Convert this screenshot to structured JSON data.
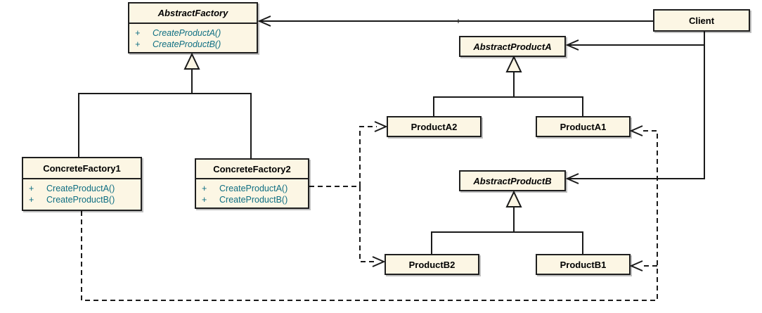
{
  "diagram": {
    "kind": "uml-class-diagram",
    "pattern": "Abstract Factory",
    "colors": {
      "background": "#ffffff",
      "class_fill": "#fcf6e4",
      "class_border": "#1f1f1f",
      "connector": "#1a1a1a",
      "method_text": "#0e6e82",
      "title_text": "#000000"
    },
    "classes": [
      {
        "name": "AbstractFactory",
        "stereotype": "abstract",
        "methods": [
          {
            "vis": "+",
            "sig": "CreateProductA()"
          },
          {
            "vis": "+",
            "sig": "CreateProductB()"
          }
        ]
      },
      {
        "name": "Client",
        "stereotype": "concrete",
        "methods": []
      },
      {
        "name": "AbstractProductA",
        "stereotype": "abstract",
        "methods": []
      },
      {
        "name": "ConcreteFactory1",
        "stereotype": "concrete",
        "methods": [
          {
            "vis": "+",
            "sig": "CreateProductA()"
          },
          {
            "vis": "+",
            "sig": "CreateProductB()"
          }
        ]
      },
      {
        "name": "ConcreteFactory2",
        "stereotype": "concrete",
        "methods": [
          {
            "vis": "+",
            "sig": "CreateProductA()"
          },
          {
            "vis": "+",
            "sig": "CreateProductB()"
          }
        ]
      },
      {
        "name": "ProductA2",
        "stereotype": "concrete",
        "methods": []
      },
      {
        "name": "ProductA1",
        "stereotype": "concrete",
        "methods": []
      },
      {
        "name": "AbstractProductB",
        "stereotype": "abstract",
        "methods": []
      },
      {
        "name": "ProductB2",
        "stereotype": "concrete",
        "methods": []
      },
      {
        "name": "ProductB1",
        "stereotype": "concrete",
        "methods": []
      }
    ],
    "relationships": [
      {
        "from": "Client",
        "to": "AbstractFactory",
        "type": "association"
      },
      {
        "from": "Client",
        "to": "AbstractProductA",
        "type": "association"
      },
      {
        "from": "Client",
        "to": "AbstractProductB",
        "type": "association"
      },
      {
        "from": "ConcreteFactory1",
        "to": "AbstractFactory",
        "type": "generalization"
      },
      {
        "from": "ConcreteFactory2",
        "to": "AbstractFactory",
        "type": "generalization"
      },
      {
        "from": "ProductA2",
        "to": "AbstractProductA",
        "type": "generalization"
      },
      {
        "from": "ProductA1",
        "to": "AbstractProductA",
        "type": "generalization"
      },
      {
        "from": "ProductB2",
        "to": "AbstractProductB",
        "type": "generalization"
      },
      {
        "from": "ProductB1",
        "to": "AbstractProductB",
        "type": "generalization"
      },
      {
        "from": "ConcreteFactory2",
        "to": "ProductA2",
        "type": "dependency"
      },
      {
        "from": "ConcreteFactory2",
        "to": "ProductB2",
        "type": "dependency"
      },
      {
        "from": "ConcreteFactory1",
        "to": "ProductA1",
        "type": "dependency"
      },
      {
        "from": "ConcreteFactory1",
        "to": "ProductB1",
        "type": "dependency"
      }
    ]
  }
}
